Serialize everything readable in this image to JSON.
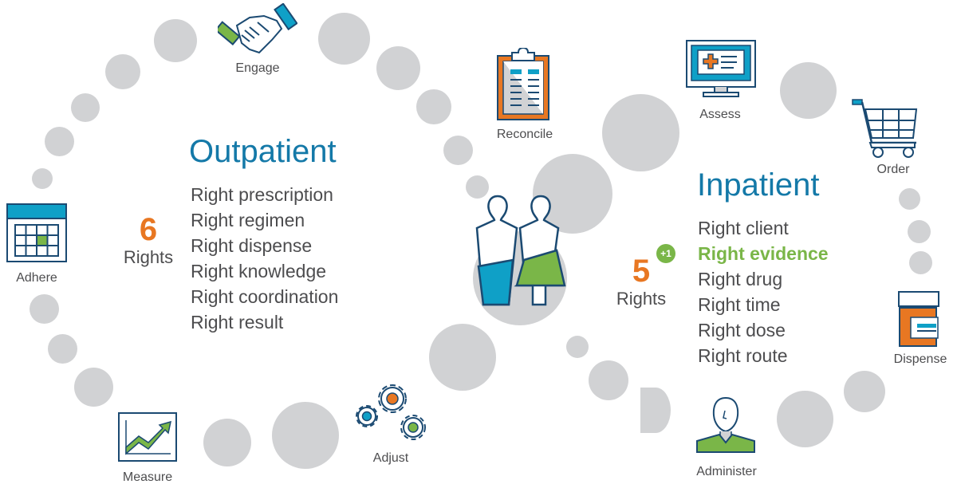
{
  "colors": {
    "title_blue": "#1479a8",
    "accent_orange": "#e87722",
    "accent_green": "#7ab648",
    "accent_cyan": "#0fa0c7",
    "outline_navy": "#1b4a72",
    "dot_gray": "#d1d2d4",
    "text_gray": "#4d4d4f"
  },
  "outpatient": {
    "title": "Outpatient",
    "count": "6",
    "count_label": "Rights",
    "rights": [
      "Right prescription",
      "Right regimen",
      "Right dispense",
      "Right knowledge",
      "Right coordination",
      "Right result"
    ]
  },
  "inpatient": {
    "title": "Inpatient",
    "count": "5",
    "count_label": "Rights",
    "bonus_badge": "+1",
    "rights": [
      "Right client",
      "Right evidence",
      "Right drug",
      "Right time",
      "Right dose",
      "Right route"
    ],
    "highlighted_right": "Right evidence"
  },
  "steps": {
    "engage": {
      "label": "Engage",
      "icon": "handshake-icon"
    },
    "adhere": {
      "label": "Adhere",
      "icon": "calendar-icon"
    },
    "measure": {
      "label": "Measure",
      "icon": "trend-chart-icon"
    },
    "adjust": {
      "label": "Adjust",
      "icon": "gears-icon"
    },
    "reconcile": {
      "label": "Reconcile",
      "icon": "clipboard-icon"
    },
    "assess": {
      "label": "Assess",
      "icon": "monitor-medical-icon"
    },
    "order": {
      "label": "Order",
      "icon": "shopping-cart-icon"
    },
    "dispense": {
      "label": "Dispense",
      "icon": "pill-bottle-icon"
    },
    "administer": {
      "label": "Administer",
      "icon": "nurse-person-icon"
    }
  },
  "center": {
    "icon": "patients-icon"
  }
}
